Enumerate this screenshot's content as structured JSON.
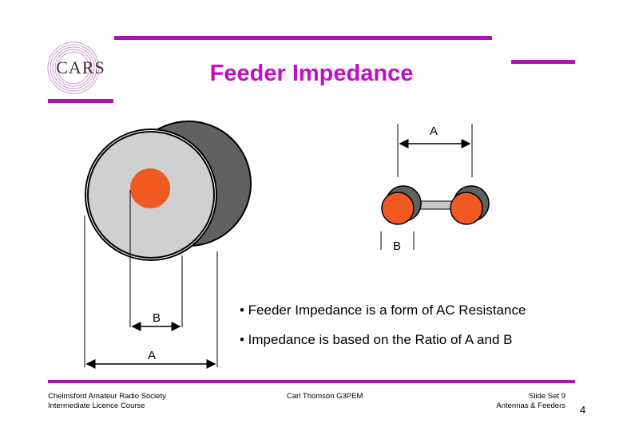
{
  "logo": {
    "text": "CARS"
  },
  "slide": {
    "title": "Feeder Impedance",
    "accent_color": "#b012b0"
  },
  "coax_diagram": {
    "label_b": "B",
    "label_a": "A"
  },
  "twin_feeder_diagram": {
    "label_a": "A",
    "label_b": "B"
  },
  "bullets": [
    "• Feeder Impedance is a form of AC Resistance",
    "• Impedance is based on the Ratio of A and B"
  ],
  "footer": {
    "left_line1": "Chelmsford Amateur Radio Society",
    "left_line2": "Intermediate Licence Course",
    "center": "Carl Thomson G3PEM",
    "right_line1": "Slide Set 9",
    "right_line2": "Antennas & Feeders",
    "page_number": "4"
  },
  "colors": {
    "conductor": "#f05a22",
    "dielectric": "#d0d0d0",
    "shield_shadow": "#606060"
  }
}
